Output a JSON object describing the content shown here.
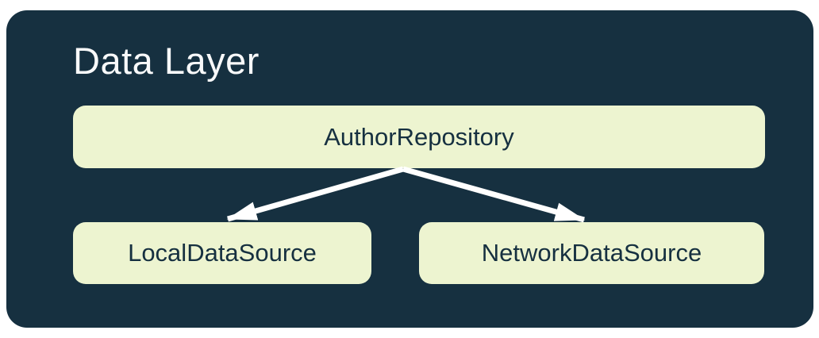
{
  "diagram": {
    "title": "Data Layer",
    "nodes": [
      {
        "id": "repository",
        "label": "AuthorRepository"
      },
      {
        "id": "local",
        "label": "LocalDataSource"
      },
      {
        "id": "network",
        "label": "NetworkDataSource"
      }
    ],
    "edges": [
      {
        "from": "repository",
        "to": "local",
        "style": "arrow"
      },
      {
        "from": "repository",
        "to": "network",
        "style": "arrow"
      }
    ]
  },
  "colors": {
    "page_bg": "#FFFFFF",
    "panel_bg": "#163040",
    "node_bg": "#EDF4D0",
    "node_text": "#163040",
    "title_text": "#F8F9FA",
    "arrow": "#FFFFFF"
  }
}
